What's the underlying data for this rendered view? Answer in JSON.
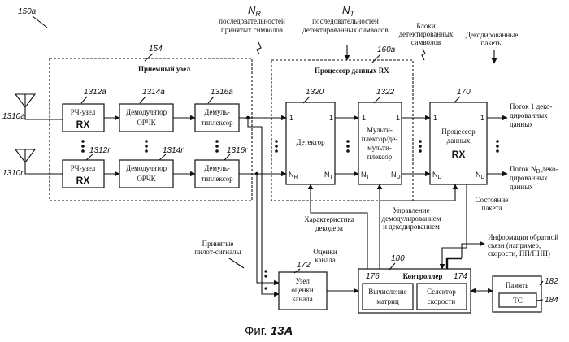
{
  "figure_ref": "150a",
  "caption_prefix": "Фиг.",
  "caption_num": "13A",
  "receiver_node": {
    "ref": "154",
    "label": "Приемный узел"
  },
  "rx_processor": {
    "ref": "160a",
    "label": "Процессор данных RX"
  },
  "antennas": [
    {
      "ref": "1310a"
    },
    {
      "ref": "1310r"
    }
  ],
  "rf_units": [
    {
      "ref": "1312a",
      "label": "РЧ-узел",
      "sub": "RX"
    },
    {
      "ref": "1312r",
      "label": "РЧ-узел",
      "sub": "RX"
    }
  ],
  "demodulators": [
    {
      "ref": "1314a",
      "line1": "Демодулятор",
      "line2": "ОРЧК"
    },
    {
      "ref": "1314r",
      "line1": "Демодулятор",
      "line2": "ОРЧК"
    }
  ],
  "demultiplexers": [
    {
      "ref": "1316a",
      "line1": "Демуль-",
      "line2": "типлексор"
    },
    {
      "ref": "1316r",
      "line1": "Демуль-",
      "line2": "типлексор"
    }
  ],
  "detector": {
    "ref": "1320",
    "label": "Детектор",
    "in_top": "1",
    "in_bot": "N",
    "in_bot_sub": "R",
    "out_bot": "N",
    "out_bot_sub": "T"
  },
  "mux": {
    "ref": "1322",
    "line1": "Мульти-",
    "line2": "плексор/де-",
    "line3": "мульти-",
    "line4": "плексор",
    "in_top": "1",
    "in_bot": "N",
    "in_bot_sub": "T",
    "out_bot": "N",
    "out_bot_sub": "D"
  },
  "rx_data_proc": {
    "ref": "170",
    "line1": "Процессор",
    "line2": "данных",
    "sub": "RX",
    "in_top": "1",
    "in_bot": "N",
    "in_bot_sub": "D",
    "out_bot": "N",
    "out_bot_sub": "D"
  },
  "port_one": "1",
  "top_labels": {
    "nr_symbol": "N",
    "nr_sub": "R",
    "nr_line1": "последовательностей",
    "nr_line2": "принятых символов",
    "nt_symbol": "N",
    "nt_sub": "T",
    "nt_line1": "последовательностей",
    "nt_line2": "детектированных символов",
    "blocks_line1": "Блоки",
    "blocks_line2": "детектированных",
    "blocks_line3": "символов",
    "decoded_line1": "Декодированные",
    "decoded_line2": "пакеты"
  },
  "outputs": {
    "stream1_line1": "Поток 1 деко-",
    "stream1_line2": "дированных",
    "stream1_line3": "данных",
    "streamN_pre": "Поток N",
    "streamN_sub": "D",
    "streamN_post": " деко-",
    "streamN_line2": "дированных",
    "streamN_line3": "данных"
  },
  "annotations": {
    "packet_state_1": "Состояние",
    "packet_state_2": "пакета",
    "control_1": "Управление",
    "control_2": "демодулированием",
    "control_3": "и декодированием",
    "decoder_char_1": "Характеристика",
    "decoder_char_2": "декодера",
    "channel_est_1": "Оценки",
    "channel_est_2": "канала",
    "pilot_1": "Принятые",
    "pilot_2": "пилот-сигналы",
    "feedback_1": "Информация обратной",
    "feedback_2": "связи (например,",
    "feedback_3": "скорости, ПП/ПНП)"
  },
  "channel_estimator": {
    "ref": "172",
    "line1": "Узел",
    "line2": "оценки",
    "line3": "канала"
  },
  "controller": {
    "ref": "180",
    "label": "Контроллер"
  },
  "matrix_calc": {
    "ref": "176",
    "line1": "Вычисление",
    "line2": "матриц"
  },
  "rate_selector": {
    "ref": "174",
    "line1": "Селектор",
    "line2": "скорости"
  },
  "memory": {
    "ref": "182",
    "label": "Память"
  },
  "ts": {
    "ref": "184",
    "label": "ТС"
  }
}
